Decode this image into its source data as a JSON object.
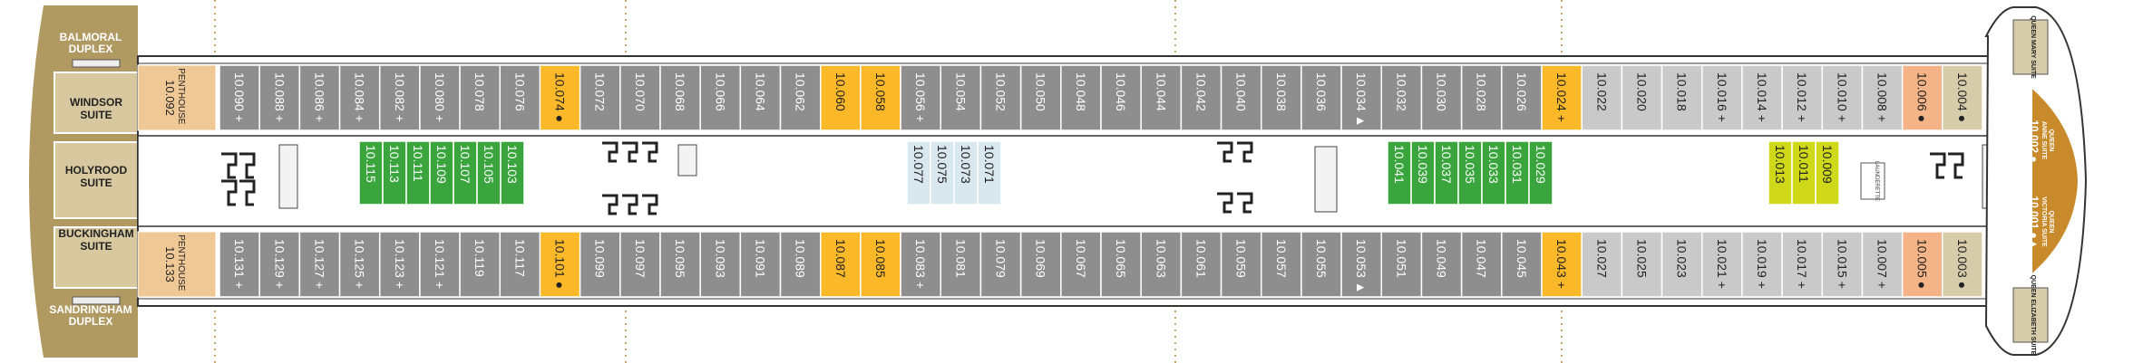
{
  "colors": {
    "hull": "#b09a62",
    "penthouse": "#f0c896",
    "grey": "#8e8e8e",
    "lightgrey": "#c9c9c9",
    "yellow": "#fbb829",
    "green": "#3aa53c",
    "lime": "#cfd91a",
    "paleblue": "#d9e7ef",
    "peach": "#f4b487",
    "gold": "#c88a2a",
    "frame": "#d7ccaa"
  },
  "aft_suites": [
    {
      "line1": "BALMORAL",
      "line2": "DUPLEX"
    },
    {
      "line1": "WINDSOR",
      "line2": "SUITE"
    },
    {
      "line1": "HOLYROOD",
      "line2": "SUITE"
    },
    {
      "line1": "BUCKINGHAM",
      "line2": "SUITE"
    },
    {
      "line1": "SANDRINGHAM",
      "line2": "DUPLEX"
    }
  ],
  "penthouse_top": {
    "line1": "PENTHOUSE",
    "line2": "10.092"
  },
  "penthouse_bottom": {
    "line1": "PENTHOUSE",
    "line2": "10.133"
  },
  "cabins_top": [
    {
      "label": "10.090 +",
      "color": "grey"
    },
    {
      "label": "10.088 +",
      "color": "grey"
    },
    {
      "label": "10.086 +",
      "color": "grey"
    },
    {
      "label": "10.084 +",
      "color": "grey"
    },
    {
      "label": "10.082 +",
      "color": "grey"
    },
    {
      "label": "10.080 +",
      "color": "grey"
    },
    {
      "label": "10.078",
      "color": "grey"
    },
    {
      "label": "10.076",
      "color": "grey"
    },
    {
      "label": "10.074 ●",
      "color": "yellow"
    },
    {
      "label": "10.072",
      "color": "grey"
    },
    {
      "label": "10.070",
      "color": "grey"
    },
    {
      "label": "10.068",
      "color": "grey"
    },
    {
      "label": "10.066",
      "color": "grey"
    },
    {
      "label": "10.064",
      "color": "grey"
    },
    {
      "label": "10.062",
      "color": "grey"
    },
    {
      "label": "10.060",
      "color": "yellow"
    },
    {
      "label": "10.058",
      "color": "yellow"
    },
    {
      "label": "10.056 +",
      "color": "grey"
    },
    {
      "label": "10.054",
      "color": "grey"
    },
    {
      "label": "10.052",
      "color": "grey"
    },
    {
      "label": "10.050",
      "color": "grey"
    },
    {
      "label": "10.048",
      "color": "grey"
    },
    {
      "label": "10.046",
      "color": "grey"
    },
    {
      "label": "10.044",
      "color": "grey"
    },
    {
      "label": "10.042",
      "color": "grey"
    },
    {
      "label": "10.040",
      "color": "grey"
    },
    {
      "label": "10.038",
      "color": "grey"
    },
    {
      "label": "10.036",
      "color": "grey"
    },
    {
      "label": "10.034 ▲",
      "color": "grey"
    },
    {
      "label": "10.032",
      "color": "grey"
    },
    {
      "label": "10.030",
      "color": "grey"
    },
    {
      "label": "10.028",
      "color": "grey"
    },
    {
      "label": "10.026",
      "color": "grey"
    },
    {
      "label": "10.024 +",
      "color": "yellow"
    },
    {
      "label": "10.022",
      "color": "lightgrey"
    },
    {
      "label": "10.020",
      "color": "lightgrey"
    },
    {
      "label": "10.018",
      "color": "lightgrey"
    },
    {
      "label": "10.016 +",
      "color": "lightgrey"
    },
    {
      "label": "10.014 +",
      "color": "lightgrey"
    },
    {
      "label": "10.012 +",
      "color": "lightgrey"
    },
    {
      "label": "10.010 +",
      "color": "lightgrey"
    },
    {
      "label": "10.008 +",
      "color": "lightgrey"
    },
    {
      "label": "10.006 ●",
      "color": "peach"
    },
    {
      "label": "10.004 ●",
      "color": "frame"
    }
  ],
  "cabins_bottom": [
    {
      "label": "10.131 +",
      "color": "grey"
    },
    {
      "label": "10.129 +",
      "color": "grey"
    },
    {
      "label": "10.127 +",
      "color": "grey"
    },
    {
      "label": "10.125 +",
      "color": "grey"
    },
    {
      "label": "10.123 +",
      "color": "grey"
    },
    {
      "label": "10.121 +",
      "color": "grey"
    },
    {
      "label": "10.119",
      "color": "grey"
    },
    {
      "label": "10.117",
      "color": "grey"
    },
    {
      "label": "10.101 ●",
      "color": "yellow"
    },
    {
      "label": "10.099",
      "color": "grey"
    },
    {
      "label": "10.097",
      "color": "grey"
    },
    {
      "label": "10.095",
      "color": "grey"
    },
    {
      "label": "10.093",
      "color": "grey"
    },
    {
      "label": "10.091",
      "color": "grey"
    },
    {
      "label": "10.089",
      "color": "grey"
    },
    {
      "label": "10.087",
      "color": "yellow"
    },
    {
      "label": "10.085",
      "color": "yellow"
    },
    {
      "label": "10.083 +",
      "color": "grey"
    },
    {
      "label": "10.081",
      "color": "grey"
    },
    {
      "label": "10.079",
      "color": "grey"
    },
    {
      "label": "10.069",
      "color": "grey"
    },
    {
      "label": "10.067",
      "color": "grey"
    },
    {
      "label": "10.065",
      "color": "grey"
    },
    {
      "label": "10.063",
      "color": "grey"
    },
    {
      "label": "10.061",
      "color": "grey"
    },
    {
      "label": "10.059",
      "color": "grey"
    },
    {
      "label": "10.057",
      "color": "grey"
    },
    {
      "label": "10.055",
      "color": "grey"
    },
    {
      "label": "10.053 ▲",
      "color": "grey"
    },
    {
      "label": "10.051",
      "color": "grey"
    },
    {
      "label": "10.049",
      "color": "grey"
    },
    {
      "label": "10.047",
      "color": "grey"
    },
    {
      "label": "10.045",
      "color": "grey"
    },
    {
      "label": "10.043 +",
      "color": "yellow"
    },
    {
      "label": "10.027",
      "color": "lightgrey"
    },
    {
      "label": "10.025",
      "color": "lightgrey"
    },
    {
      "label": "10.023",
      "color": "lightgrey"
    },
    {
      "label": "10.021 +",
      "color": "lightgrey"
    },
    {
      "label": "10.019 +",
      "color": "lightgrey"
    },
    {
      "label": "10.017 +",
      "color": "lightgrey"
    },
    {
      "label": "10.015 +",
      "color": "lightgrey"
    },
    {
      "label": "10.007 +",
      "color": "lightgrey"
    },
    {
      "label": "10.005 ●",
      "color": "peach"
    },
    {
      "label": "10.003 ●",
      "color": "frame"
    }
  ],
  "inner_groups": [
    {
      "color": "green",
      "labels": [
        "10.115",
        "10.113",
        "10.111",
        "10.109",
        "10.107",
        "10.105",
        "10.103"
      ]
    },
    {
      "color": "paleblue",
      "labels": [
        "10.077",
        "10.075",
        "10.073",
        "10.071"
      ]
    },
    {
      "color": "green",
      "labels": [
        "10.041",
        "10.039",
        "10.037",
        "10.035",
        "10.033",
        "10.031",
        "10.029"
      ]
    },
    {
      "color": "lime",
      "labels": [
        "10.013",
        "10.011",
        "10.009"
      ]
    }
  ],
  "launderette": "LAUNDERETTE",
  "bow_suites": [
    {
      "line1": "QUEEN",
      "line2": "ANNE SUITE",
      "number": "10.002 ●"
    },
    {
      "line1": "QUEEN",
      "line2": "VICTORIA SUITE",
      "number": "10.001 ●▲"
    }
  ],
  "bow_small": {
    "top": "QUEEN MARY SUITE",
    "bottom": "QUEEN ELIZABETH SUITE"
  }
}
